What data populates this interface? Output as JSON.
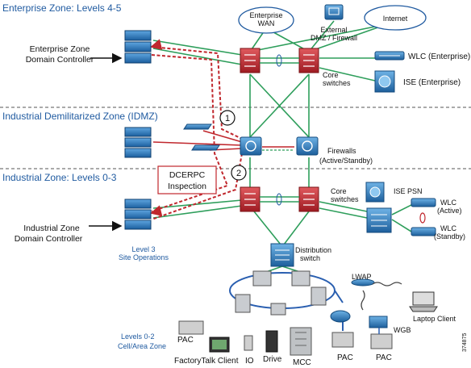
{
  "zones": {
    "enterprise": "Enterprise Zone: Levels 4-5",
    "idmz": "Industrial Demilitarized Zone (IDMZ)",
    "industrial": "Industrial Zone: Levels 0-3"
  },
  "labels": {
    "enterprise_wan_1": "Enterprise",
    "enterprise_wan_2": "WAN",
    "internet": "Internet",
    "external_dmz_1": "External",
    "external_dmz_2": "DMZ / Firewall",
    "enterprise_dc_1": "Enterprise Zone",
    "enterprise_dc_2": "Domain Controller",
    "core_switches_top_1": "Core",
    "core_switches_top_2": "switches",
    "wlc_enterprise": "WLC (Enterprise)",
    "ise_enterprise": "ISE (Enterprise)",
    "firewalls_1": "Firewalls",
    "firewalls_2": "(Active/Standby)",
    "dcerpc_1": "DCERPC",
    "dcerpc_2": "Inspection",
    "step_1": "1",
    "step_2": "2",
    "core_switches_bottom_1": "Core",
    "core_switches_bottom_2": "switches",
    "ise_psn": "ISE PSN",
    "wlc_active_1": "WLC",
    "wlc_active_2": "(Active)",
    "wlc_standby_1": "WLC",
    "wlc_standby_2": "(Standby)",
    "industrial_dc_1": "Industrial Zone",
    "industrial_dc_2": "Domain Controller",
    "level3_1": "Level 3",
    "level3_2": "Site Operations",
    "distribution_1": "Distribution",
    "distribution_2": "switch",
    "lwap": "LWAP",
    "laptop_client": "Laptop Client",
    "wgb": "WGB",
    "levels02_1": "Levels 0-2",
    "levels02_2": "Cell/Area Zone",
    "pac_left": "PAC",
    "factorytalk": "FactoryTalk Client",
    "io": "IO",
    "drive": "Drive",
    "mcc": "MCC",
    "pac_mid": "PAC",
    "pac_right": "PAC",
    "figure_id": "374875"
  },
  "colors": {
    "zone_text": "#1f5aa0",
    "trusted_link": "#2e9e5b",
    "firewall_link": "#c0272d",
    "dc_flow": "#c0272d",
    "server": "#1c6fb3",
    "switch_red": "#c0272d",
    "switch_blue": "#2a78b9",
    "ring": "#2a5fb0"
  }
}
